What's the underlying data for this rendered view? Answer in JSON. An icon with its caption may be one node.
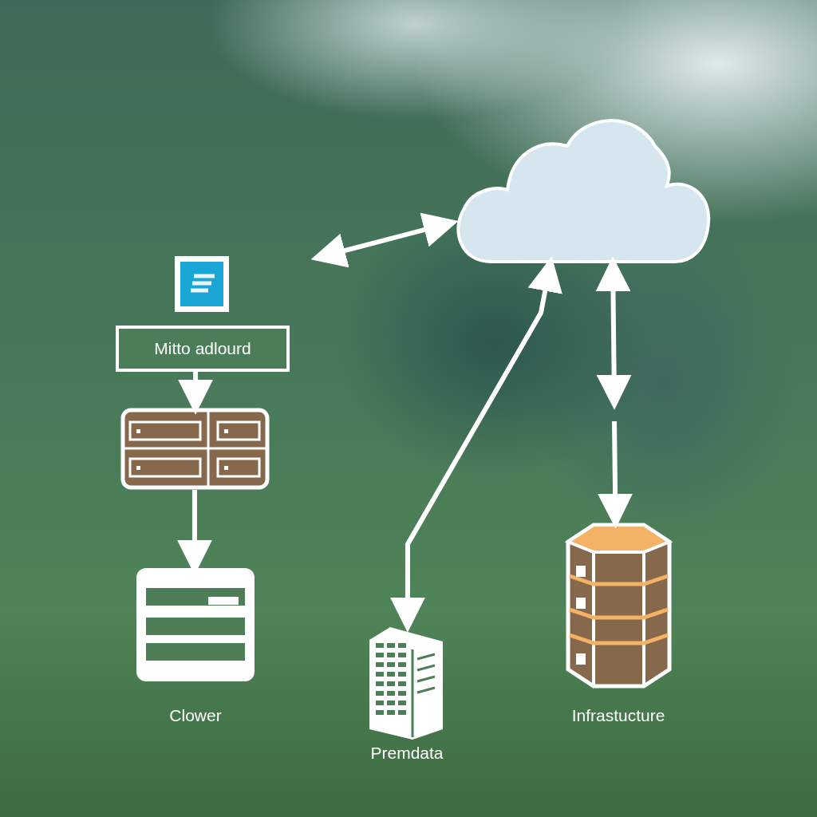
{
  "diagram": {
    "nodes": [
      {
        "text": [],
        "shape": "cloud"
      },
      {
        "text": [],
        "shape": "picture"
      },
      {
        "text": [
          "Mitto adlourd"
        ]
      },
      {
        "text": [],
        "shape": "picture"
      },
      {
        "text": [],
        "shape": "picture",
        "beside": [
          "Clower"
        ]
      },
      {
        "text": [],
        "shape": "picture",
        "beside": [
          "Premdata"
        ]
      },
      {
        "text": [],
        "shape": "picture",
        "beside": [
          "Infrastucture"
        ]
      }
    ],
    "edges": [
      {
        "from": null,
        "to": 0,
        "arrow": "both"
      },
      {
        "from": 2,
        "to": 3,
        "arrow": "to"
      },
      {
        "from": 3,
        "to": 4,
        "arrow": "to"
      },
      {
        "from": 5,
        "to": 0,
        "arrow": "both"
      },
      {
        "from": 0,
        "to": null,
        "arrow": "both"
      },
      {
        "from": null,
        "to": 6,
        "arrow": "to"
      }
    ]
  }
}
